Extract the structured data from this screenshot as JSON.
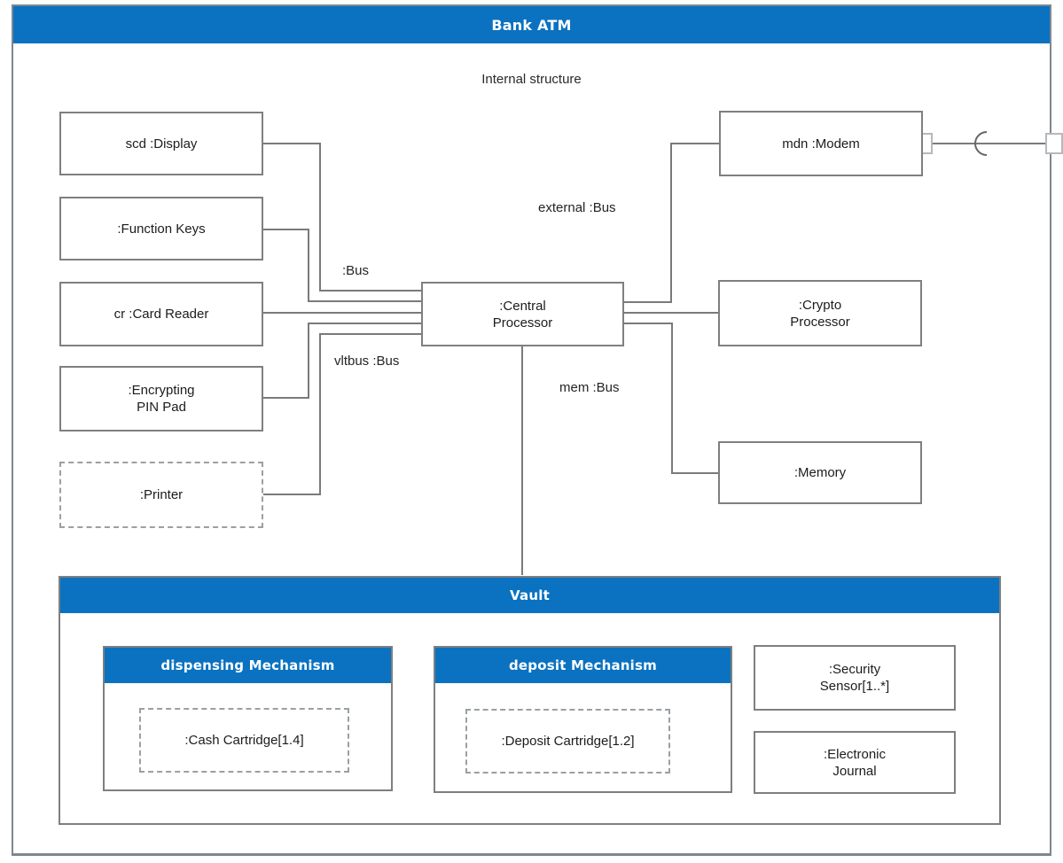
{
  "header": {
    "title": "Bank ATM",
    "subtitle": "Internal structure"
  },
  "colors": {
    "header_blue": "#0a72c0",
    "box_border": "#7f7f7f",
    "frame_border": "#7e8790",
    "connector_line": "#7a7a7a",
    "port_border": "#b4b9bd"
  },
  "parts": {
    "display": {
      "label": "scd :Display"
    },
    "function_keys": {
      "label": ":Function Keys"
    },
    "card_reader": {
      "label": "cr :Card Reader"
    },
    "pin_pad": {
      "line1": ":Encrypting",
      "line2": "PIN Pad"
    },
    "printer": {
      "label": ":Printer"
    },
    "central_processor": {
      "line1": ":Central",
      "line2": "Processor"
    },
    "modem": {
      "label": "mdn :Modem"
    },
    "crypto_processor": {
      "line1": ":Crypto",
      "line2": "Processor"
    },
    "memory": {
      "label": ":Memory"
    }
  },
  "buses": {
    "bus": ":Bus",
    "vltbus": "vltbus :Bus",
    "external": "external :Bus",
    "mem": "mem :Bus"
  },
  "vault": {
    "title": "Vault",
    "dispensing_mechanism": {
      "title": "dispensing Mechanism",
      "cartridge": ":Cash Cartridge[1.4]"
    },
    "deposit_mechanism": {
      "title": "deposit Mechanism",
      "cartridge": ":Deposit Cartridge[1.2]"
    },
    "security_sensor": {
      "line1": ":Security",
      "line2": "Sensor[1..*]"
    },
    "electronic_journal": {
      "line1": ":Electronic",
      "line2": "Journal"
    }
  }
}
